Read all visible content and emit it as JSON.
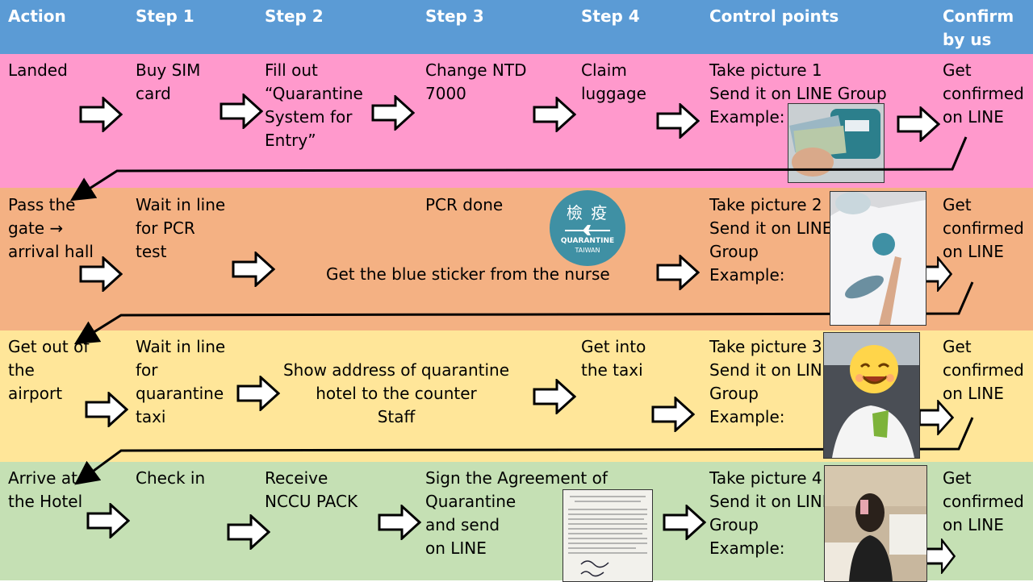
{
  "colors": {
    "header": "#5b9bd5",
    "row1": "#ff99cc",
    "row2": "#f4b183",
    "row3": "#ffe699",
    "row4": "#c5e0b4"
  },
  "header": {
    "action": "Action",
    "step1": "Step 1",
    "step2": "Step 2",
    "step3": "Step 3",
    "step4": "Step 4",
    "control": "Control points",
    "confirm": "Confirm\nby us"
  },
  "row1": {
    "action": "Landed",
    "step1": "Buy SIM\ncard",
    "step2": "Fill out\n“Quarantine\nSystem for\nEntry”",
    "step3": "Change NTD\n7000",
    "step4": "Claim\nluggage",
    "control": "Take picture 1\nSend it on LINE Group\nExample:",
    "confirm": "Get\nconfirmed\non LINE"
  },
  "row2": {
    "action": "Pass the\ngate →\narrival hall",
    "step1": "Wait in line\nfor PCR\ntest",
    "step3": "PCR done",
    "nurse": "Get the blue sticker from the nurse",
    "sticker_cn": "檢 疫",
    "sticker_en": "QUARANTINE",
    "sticker_tw": "TAIWAN",
    "control": "Take picture 2\nSend it on LINE\nGroup\nExample:",
    "confirm": "Get\nconfirmed\non LINE"
  },
  "row3": {
    "action": "Get out of\nthe\nairport",
    "step1": "Wait in line\nfor\nquarantine\ntaxi",
    "step23": "Show address of quarantine\nhotel to the counter\nStaff",
    "step4": "Get into\nthe taxi",
    "control": "Take picture 3\nSend it on LINE\nGroup\nExample:",
    "confirm": "Get\nconfirmed\non LINE"
  },
  "row4": {
    "action": "Arrive at\nthe Hotel",
    "step1": "Check in",
    "step2": "Receive\nNCCU PACK",
    "step3": "Sign the Agreement of\nQuarantine\nand send\non LINE",
    "control": "Take picture 4\nSend it on LINE\nGroup\nExample:",
    "confirm": "Get\nconfirmed\non LINE"
  }
}
